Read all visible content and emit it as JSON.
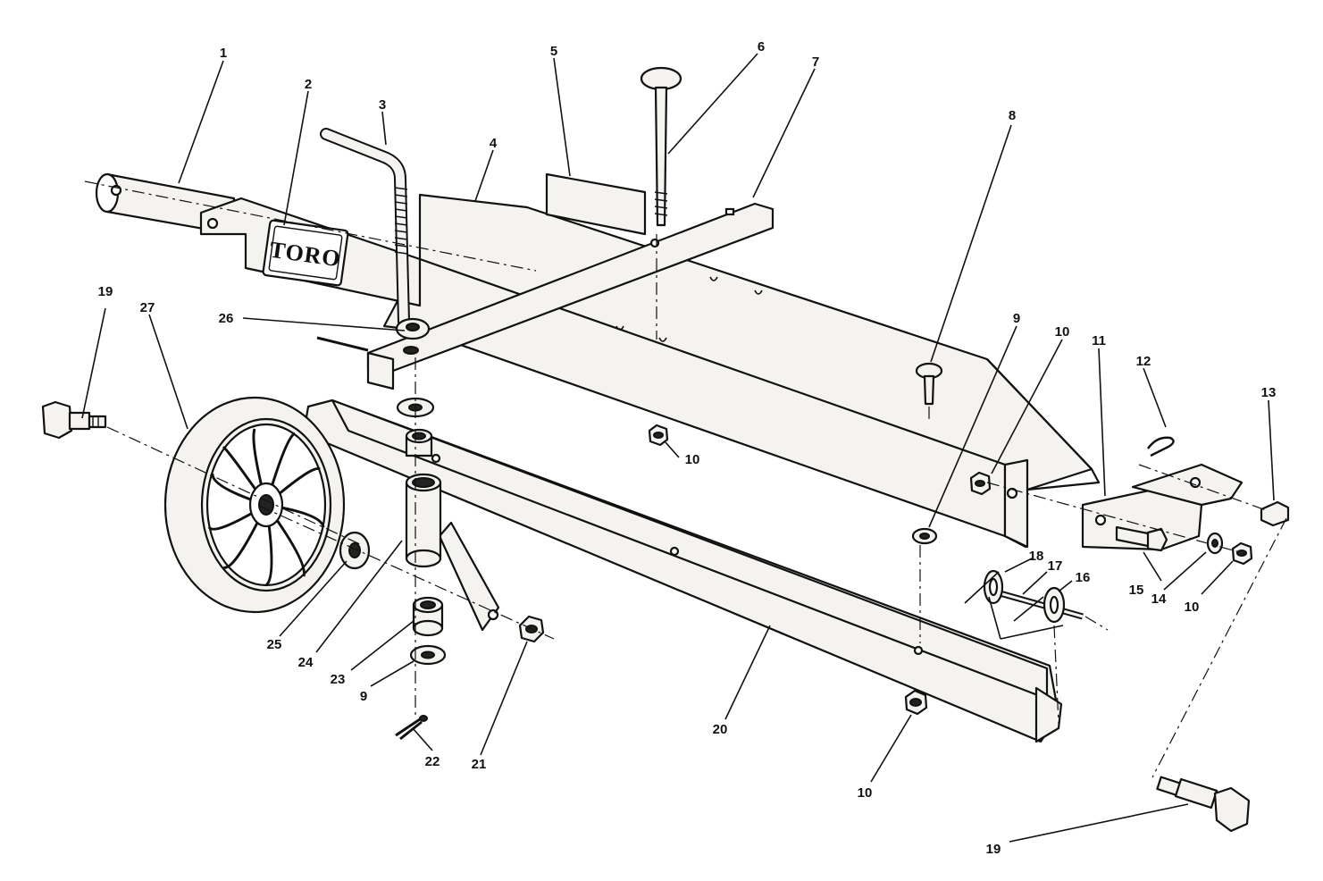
{
  "logo": {
    "text": "TORO"
  },
  "callouts": [
    {
      "id": "c1",
      "label": "1"
    },
    {
      "id": "c2",
      "label": "2"
    },
    {
      "id": "c3",
      "label": "3"
    },
    {
      "id": "c4",
      "label": "4"
    },
    {
      "id": "c5",
      "label": "5"
    },
    {
      "id": "c6",
      "label": "6"
    },
    {
      "id": "c7",
      "label": "7"
    },
    {
      "id": "c8",
      "label": "8"
    },
    {
      "id": "c9a",
      "label": "9"
    },
    {
      "id": "c9b",
      "label": "9"
    },
    {
      "id": "c10a",
      "label": "10"
    },
    {
      "id": "c10b",
      "label": "10"
    },
    {
      "id": "c10c",
      "label": "10"
    },
    {
      "id": "c10d",
      "label": "10"
    },
    {
      "id": "c11",
      "label": "11"
    },
    {
      "id": "c12",
      "label": "12"
    },
    {
      "id": "c13",
      "label": "13"
    },
    {
      "id": "c14",
      "label": "14"
    },
    {
      "id": "c15",
      "label": "15"
    },
    {
      "id": "c16",
      "label": "16"
    },
    {
      "id": "c17",
      "label": "17"
    },
    {
      "id": "c18",
      "label": "18"
    },
    {
      "id": "c19a",
      "label": "19"
    },
    {
      "id": "c19b",
      "label": "19"
    },
    {
      "id": "c20",
      "label": "20"
    },
    {
      "id": "c21",
      "label": "21"
    },
    {
      "id": "c22",
      "label": "22"
    },
    {
      "id": "c23",
      "label": "23"
    },
    {
      "id": "c24",
      "label": "24"
    },
    {
      "id": "c25",
      "label": "25"
    },
    {
      "id": "c26",
      "label": "26"
    },
    {
      "id": "c27",
      "label": "27"
    }
  ]
}
